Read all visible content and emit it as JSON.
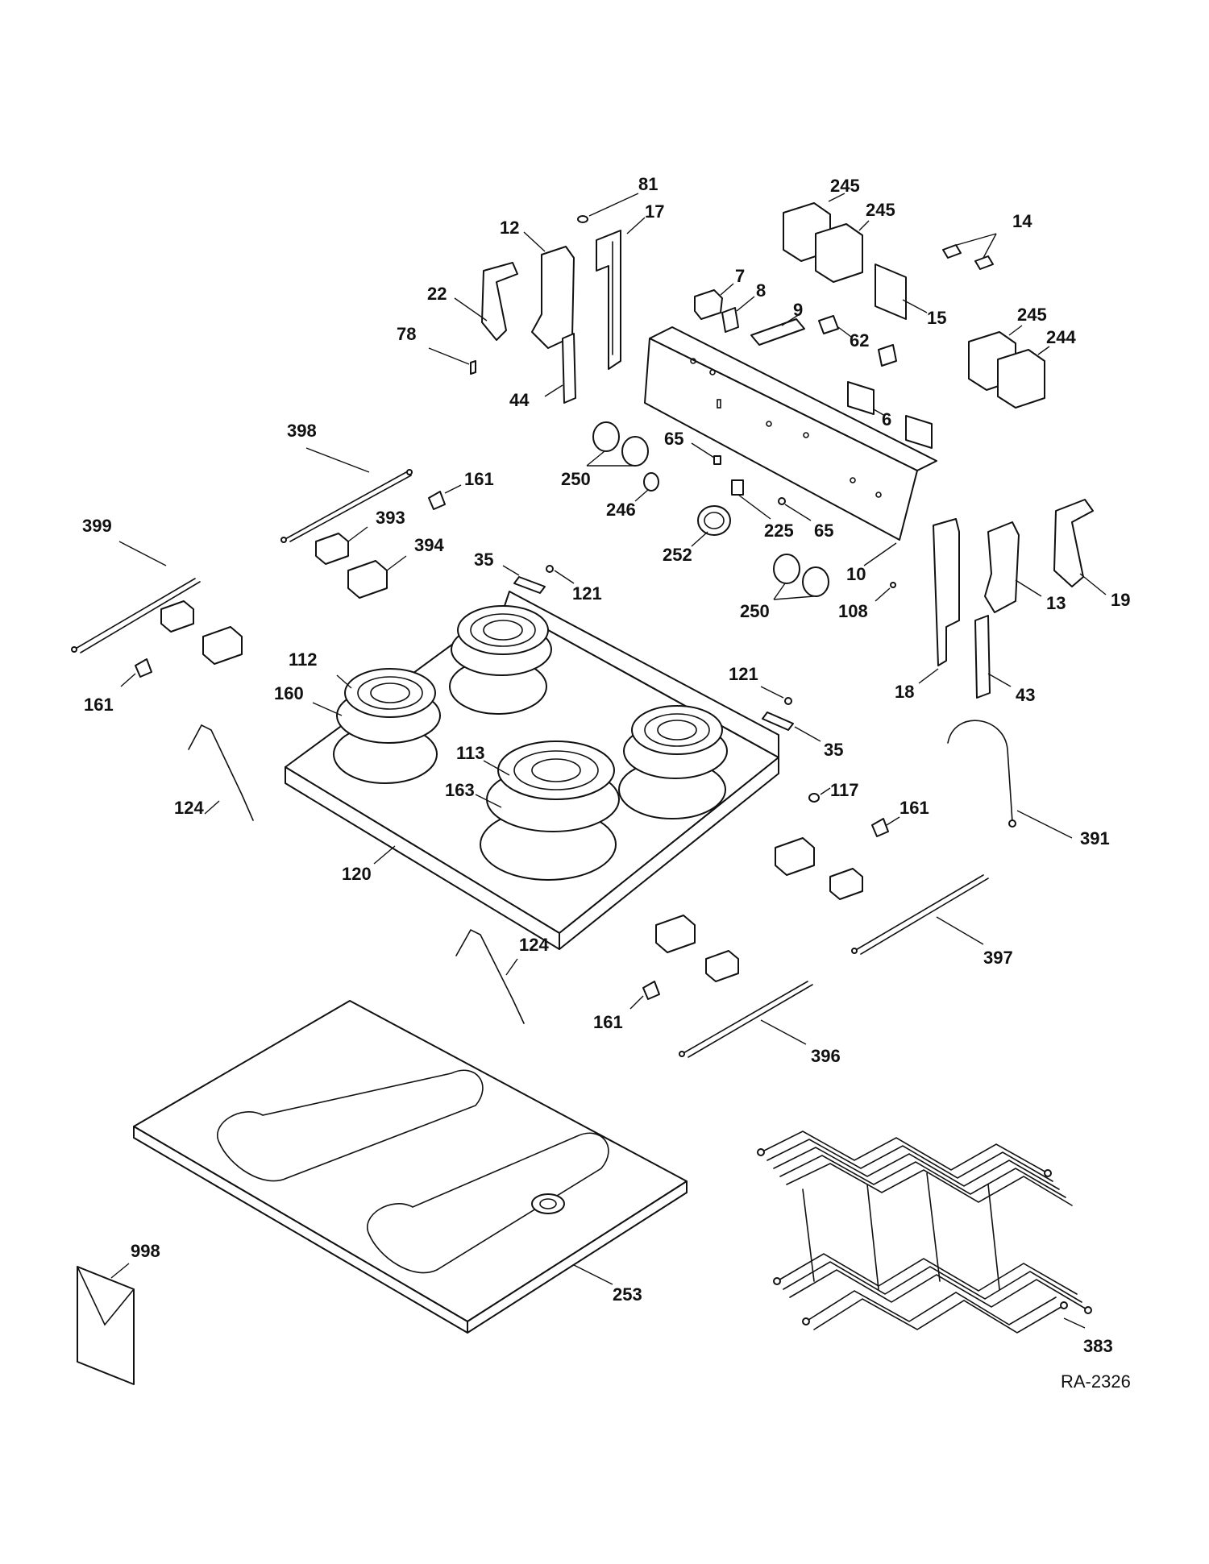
{
  "drawing_ref": "RA-2326",
  "callouts": {
    "c81": "81",
    "c17": "17",
    "c12": "12",
    "c22": "22",
    "c78": "78",
    "c44": "44",
    "c7": "7",
    "c8": "8",
    "c9": "9",
    "c62": "62",
    "c6": "6",
    "c245a": "245",
    "c245b": "245",
    "c245c": "245",
    "c244": "244",
    "c14": "14",
    "c15": "15",
    "c398": "398",
    "c161a": "161",
    "c393": "393",
    "c394": "394",
    "c399": "399",
    "c65a": "65",
    "c65b": "65",
    "c250a": "250",
    "c246": "246",
    "c225": "225",
    "c252": "252",
    "c250b": "250",
    "c10": "10",
    "c108": "108",
    "c13": "13",
    "c19": "19",
    "c18": "18",
    "c43": "43",
    "c35a": "35",
    "c121a": "121",
    "c121b": "121",
    "c35b": "35",
    "c112": "112",
    "c160": "160",
    "c161b": "161",
    "c124a": "124",
    "c113": "113",
    "c163": "163",
    "c120": "120",
    "c117": "117",
    "c161c": "161",
    "c391": "391",
    "c397": "397",
    "c124b": "124",
    "c161d": "161",
    "c396": "396",
    "c998": "998",
    "c253": "253",
    "c383": "383"
  }
}
